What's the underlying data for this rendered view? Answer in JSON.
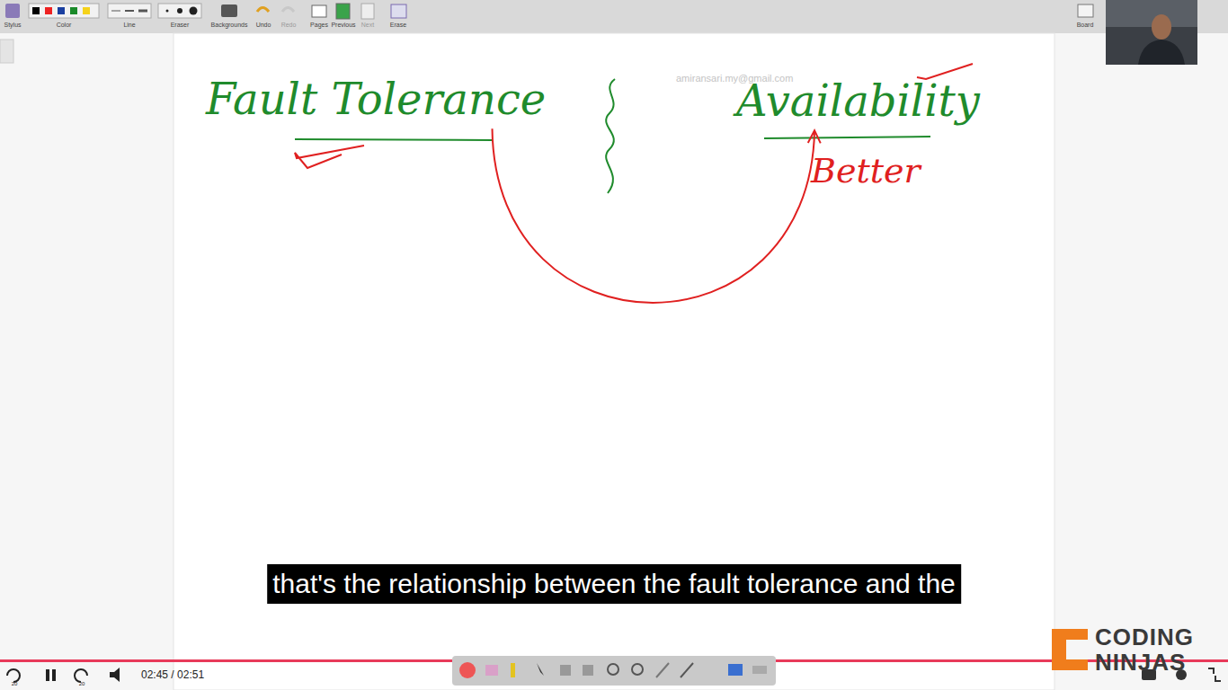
{
  "diagram": {
    "nodes": [
      {
        "text": [
          "Fault Tolerance"
        ]
      },
      {
        "text": [
          "Availability"
        ]
      }
    ],
    "edges": [
      {
        "from": 0,
        "to": 1,
        "arrow": "to"
      }
    ],
    "labels": [
      "Stylus",
      "Color",
      "Line",
      "Eraser",
      "Backgrounds",
      "Undo",
      "Redo",
      "Pages",
      "Previous",
      "Next",
      "Erase",
      "Board",
      "amiransari.my@gmail.com",
      "Better",
      "that's the relationship between the fault tolerance and the",
      "20",
      "20",
      "02:45 / 02:51",
      "CODING",
      "NINJAS"
    ]
  }
}
